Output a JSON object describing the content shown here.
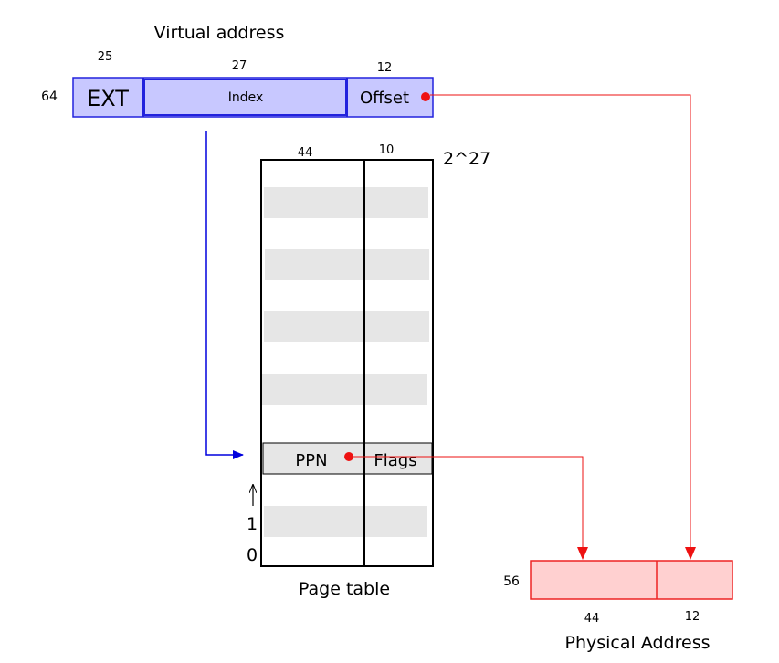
{
  "virtual_address": {
    "title": "Virtual address",
    "total_bits": "64",
    "fields": [
      {
        "label": "EXT",
        "bits": "25"
      },
      {
        "label": "Index",
        "bits": "27"
      },
      {
        "label": "Offset",
        "bits": "12"
      }
    ],
    "fill_color": "#c8c8ff",
    "stroke_color": "#2222dd"
  },
  "page_table": {
    "title": "Page table",
    "entries": "2^27",
    "column_bits": [
      "44",
      "10"
    ],
    "selected_entry": {
      "ppn_label": "PPN",
      "flags_label": "Flags"
    },
    "row_indices": [
      "0",
      "1"
    ],
    "row_fill_color": "#e6e6e6"
  },
  "physical_address": {
    "title": "Physical Address",
    "total_bits": "56",
    "field_bits": [
      "44",
      "12"
    ],
    "fill_color": "#ffd0d0",
    "stroke_color": "#ee2222"
  },
  "arrow_colors": {
    "index_lookup": "#0000dd",
    "translation": "#ee1111"
  }
}
